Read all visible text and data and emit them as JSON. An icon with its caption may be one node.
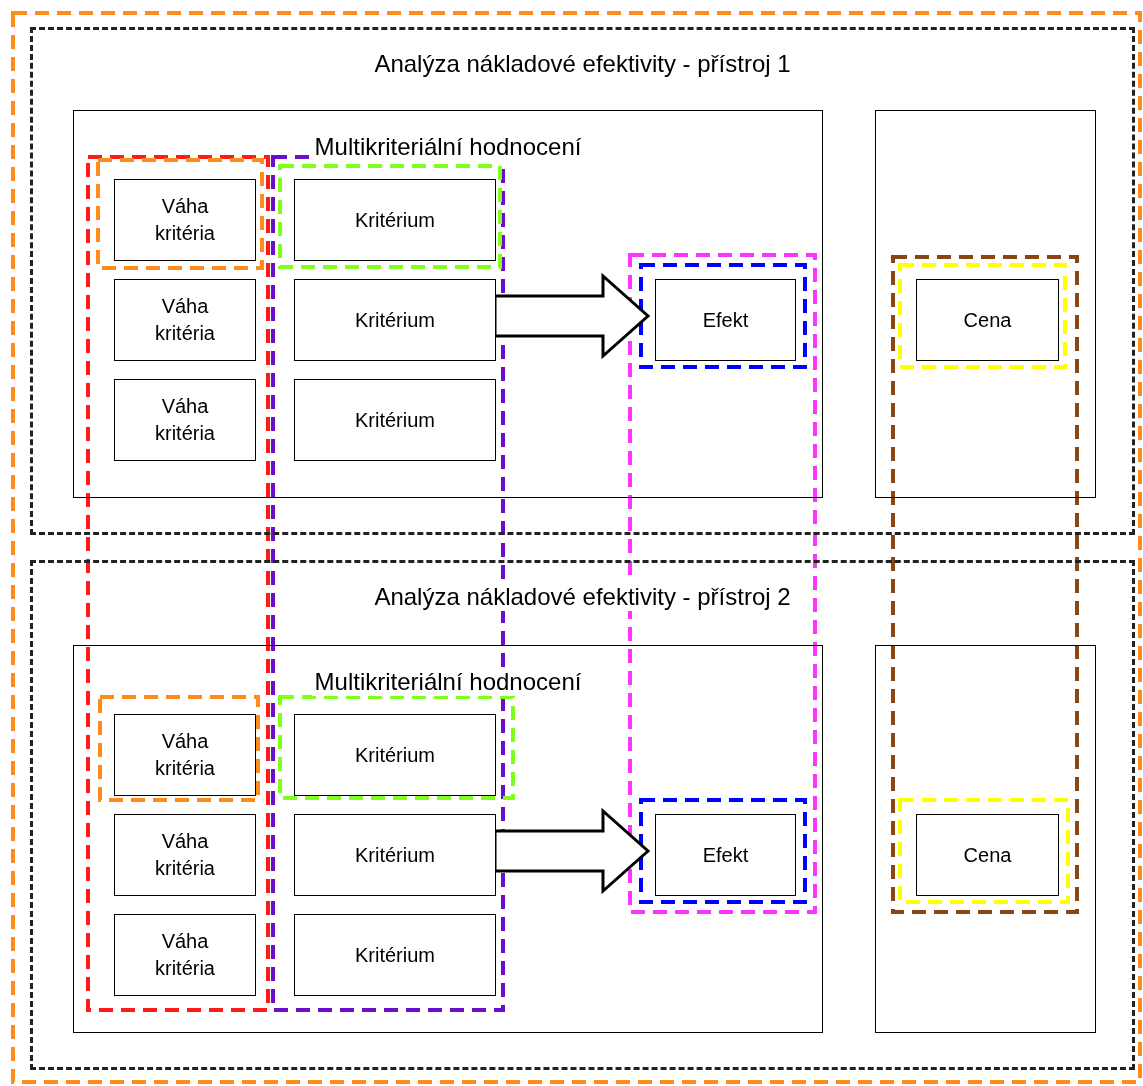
{
  "diagram": {
    "nodes": [
      {
        "text": [
          "Analýza nákladové efektivity - přístroj 1"
        ]
      },
      {
        "text": [
          "Multikriteriální hodnocení"
        ],
        "in": 0
      },
      {
        "text": [
          "Váha kritéria"
        ],
        "in": 1
      },
      {
        "text": [
          "Váha kritéria"
        ],
        "in": 1
      },
      {
        "text": [
          "Váha kritéria"
        ],
        "in": 1
      },
      {
        "text": [
          "Kritérium"
        ],
        "in": 1
      },
      {
        "text": [
          "Kritérium"
        ],
        "in": 1
      },
      {
        "text": [
          "Kritérium"
        ],
        "in": 1
      },
      {
        "text": [
          "Efekt"
        ],
        "in": 1
      },
      {
        "text": [],
        "shape": "box",
        "in": 0
      },
      {
        "text": [
          "Cena"
        ],
        "in": 9
      },
      {
        "text": [
          "Analýza nákladové efektivity - přístroj 2"
        ]
      },
      {
        "text": [
          "Multikriteriální hodnocení"
        ],
        "in": 11
      },
      {
        "text": [
          "Váha kritéria"
        ],
        "in": 12
      },
      {
        "text": [
          "Váha kritéria"
        ],
        "in": 12
      },
      {
        "text": [
          "Váha kritéria"
        ],
        "in": 12
      },
      {
        "text": [
          "Kritérium"
        ],
        "in": 12
      },
      {
        "text": [
          "Kritérium"
        ],
        "in": 12
      },
      {
        "text": [
          "Kritérium"
        ],
        "in": 12
      },
      {
        "text": [
          "Efekt"
        ],
        "in": 12
      },
      {
        "text": [],
        "shape": "box",
        "in": 11
      },
      {
        "text": [
          "Cena"
        ],
        "in": 20
      }
    ],
    "edges": [
      {
        "from": 6,
        "to": 8,
        "arrow": "to",
        "style": "thick"
      },
      {
        "from": 17,
        "to": 19,
        "arrow": "to",
        "style": "thick"
      }
    ]
  }
}
